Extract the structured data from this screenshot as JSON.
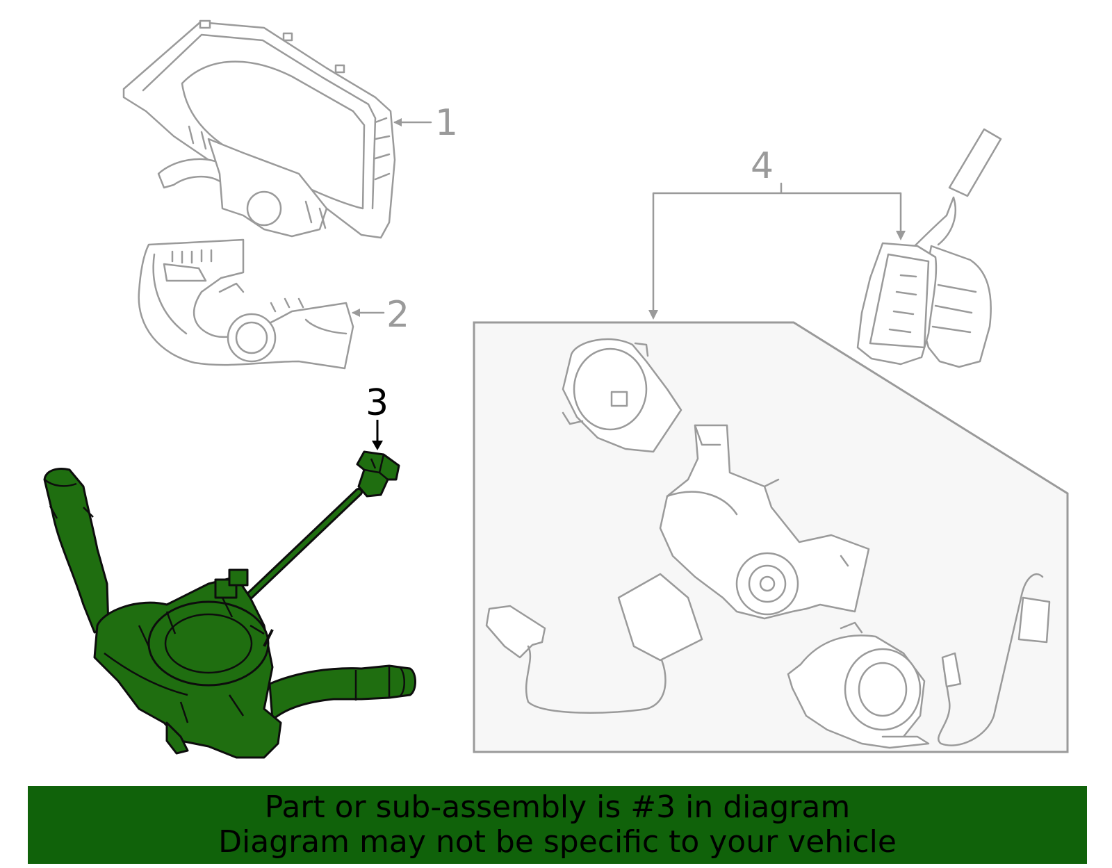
{
  "callouts": {
    "part1": "1",
    "part2": "2",
    "part3": "3",
    "part4": "4"
  },
  "banner": {
    "line1": "Part or sub-assembly is #3 in diagram",
    "line2": "Diagram may not be specific to your vehicle"
  },
  "colors": {
    "highlight": "#1f6e10",
    "banner_bg": "#10620a",
    "outline_gray": "#9a9a9a",
    "detail_box_bg": "#f7f7f7"
  },
  "icons": {
    "part1": "instrument-cluster",
    "part2": "steering-column-cover",
    "part3": "combination-switch",
    "part4": "ignition-lock-and-key-fob-kit"
  }
}
